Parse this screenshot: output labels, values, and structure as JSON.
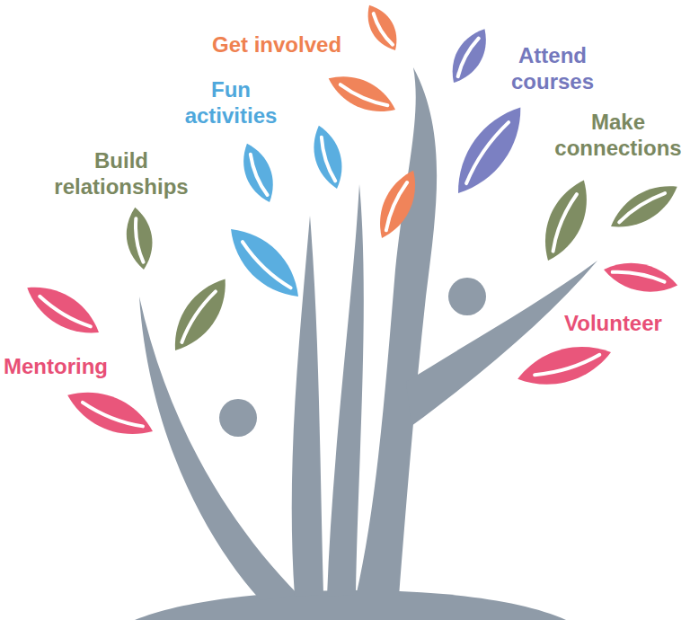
{
  "diagram": {
    "labels": [
      "Get involved",
      "Attend courses",
      "Fun activities",
      "Make connections",
      "Build relationships",
      "Volunteer",
      "Mentoring"
    ]
  }
}
